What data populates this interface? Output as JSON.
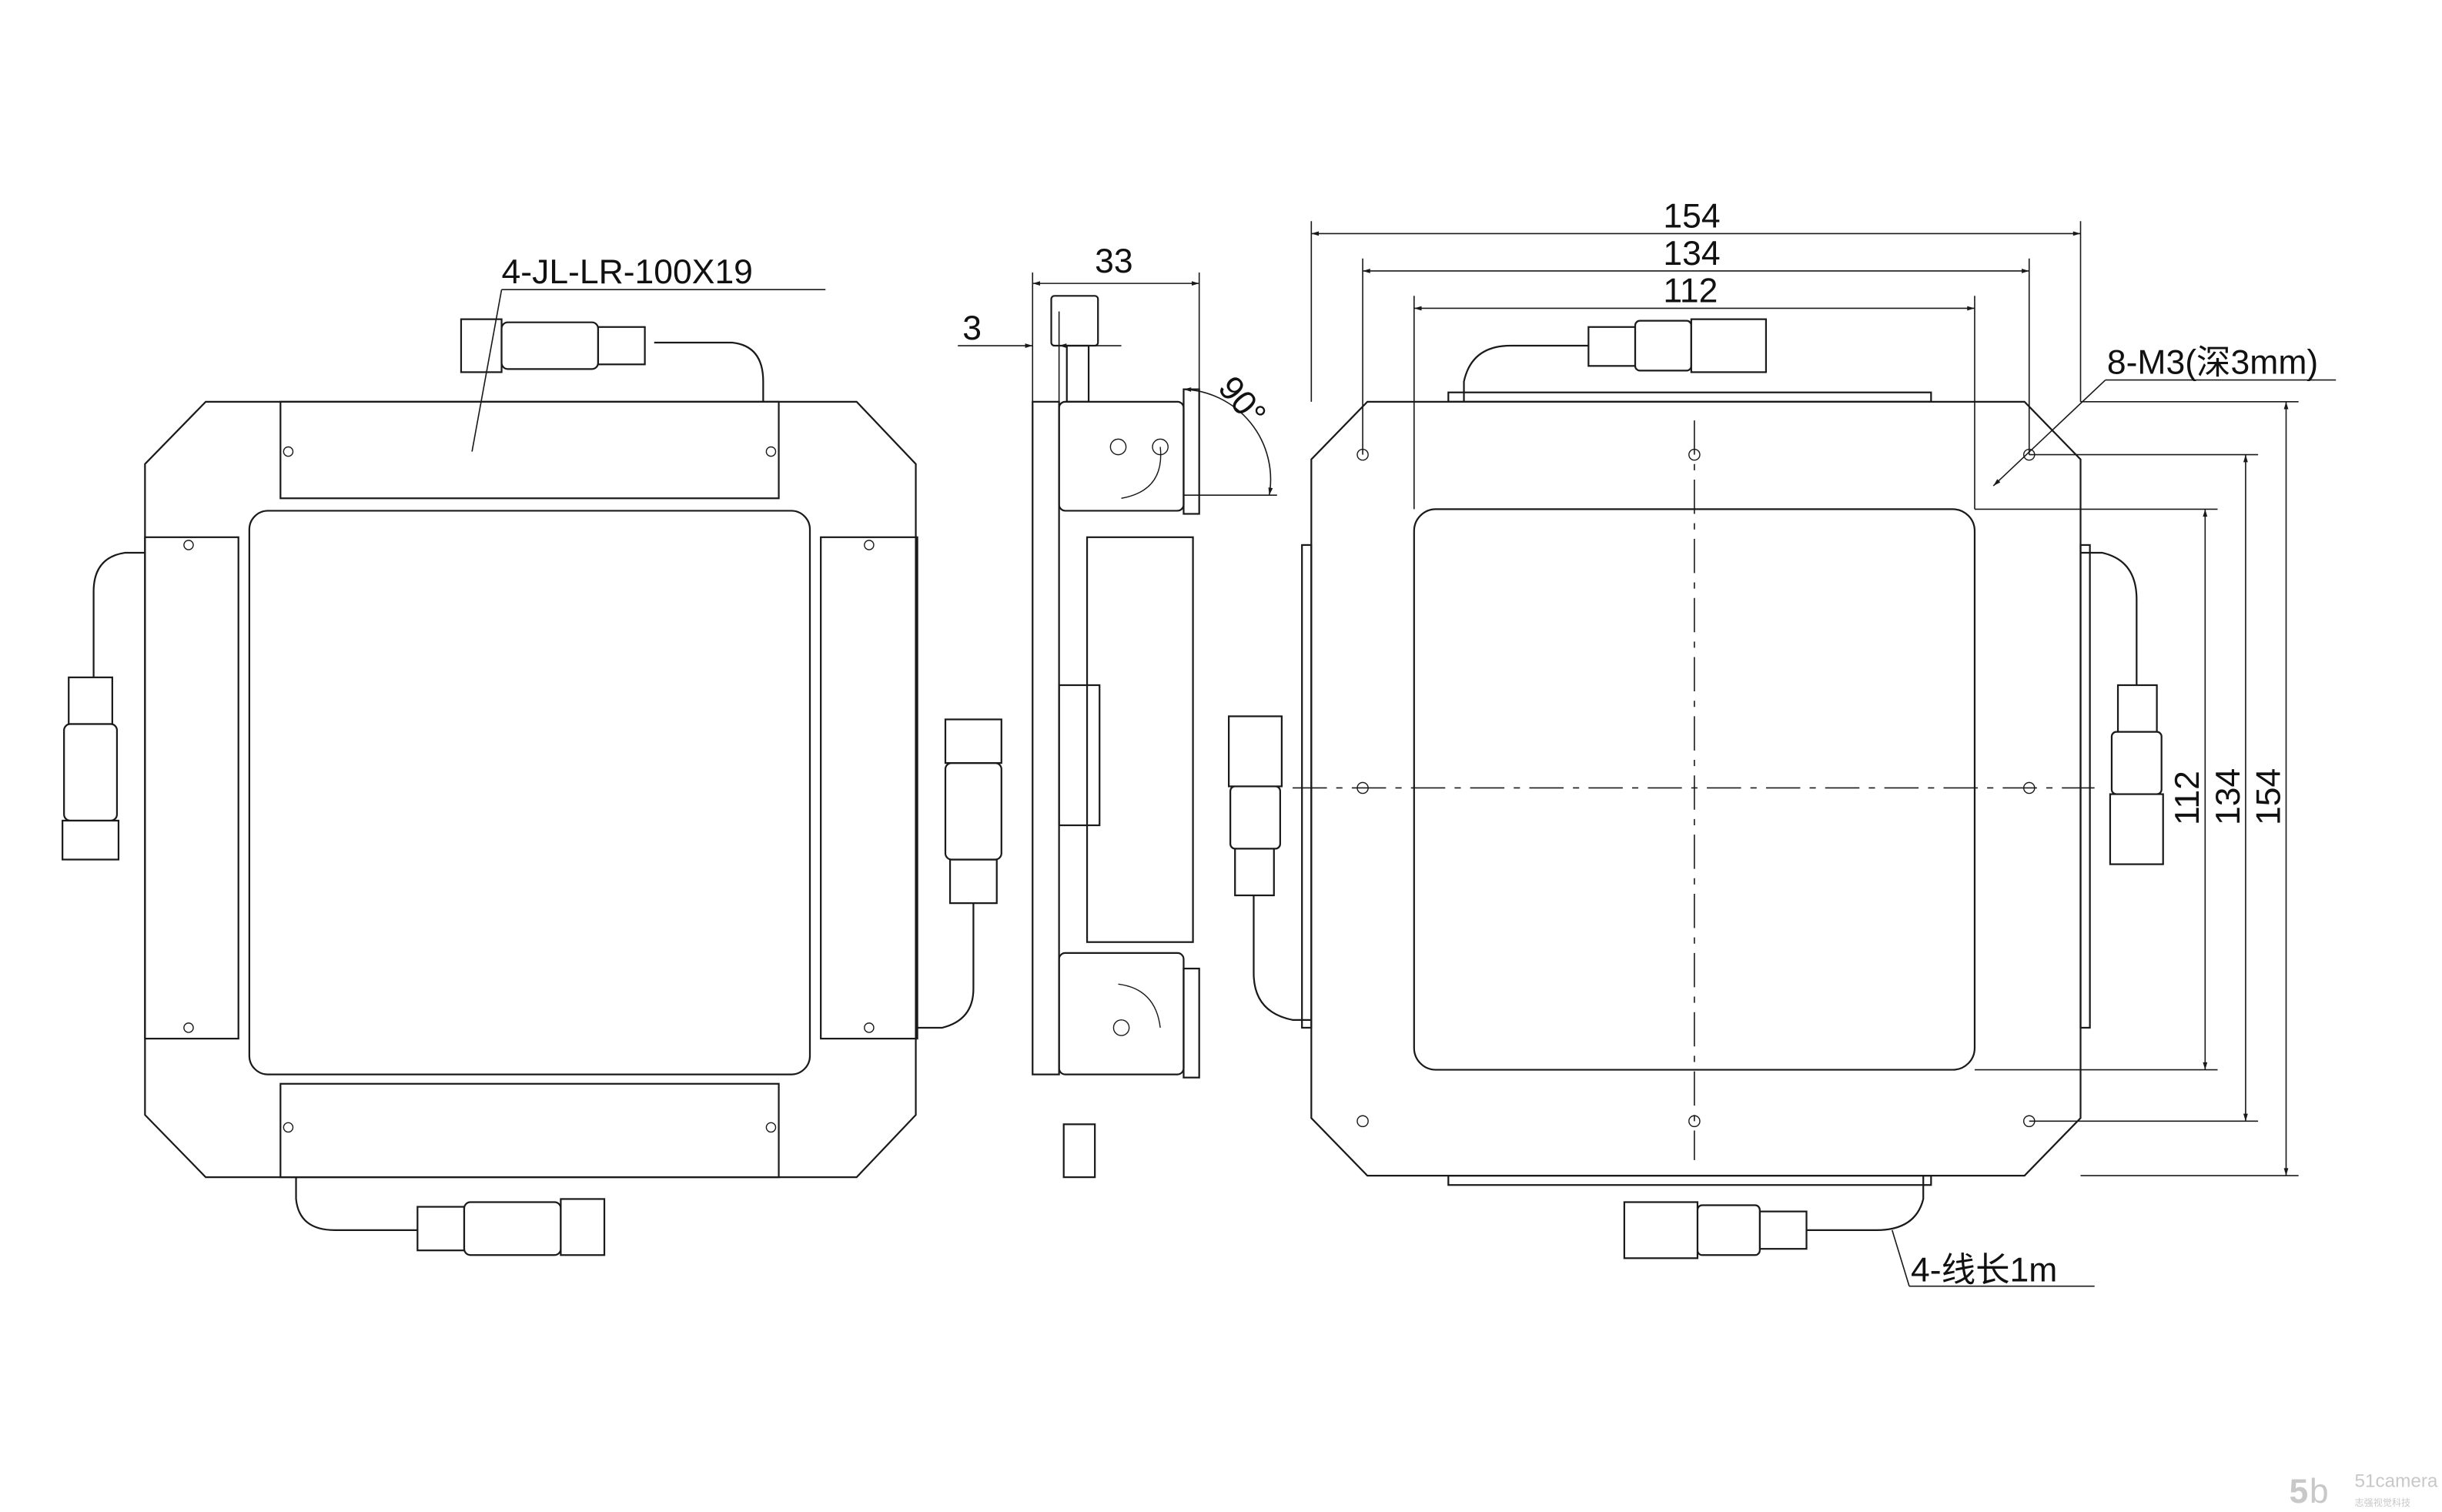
{
  "drawing": {
    "front_view": {
      "cable_label": "4-JL-LR-100X19"
    },
    "side_view": {
      "depth": "33",
      "offset": "3",
      "angle": "90°"
    },
    "rear_view": {
      "width_outer": "154",
      "width_mid": "134",
      "width_inner": "112",
      "height_inner": "112",
      "height_mid": "134",
      "height_outer": "154",
      "holes_label": "8-M3(深3mm)",
      "cable_length_label": "4-线长1m"
    }
  },
  "watermark": {
    "brand": "51camera",
    "subtitle": "志强视觉科技"
  }
}
